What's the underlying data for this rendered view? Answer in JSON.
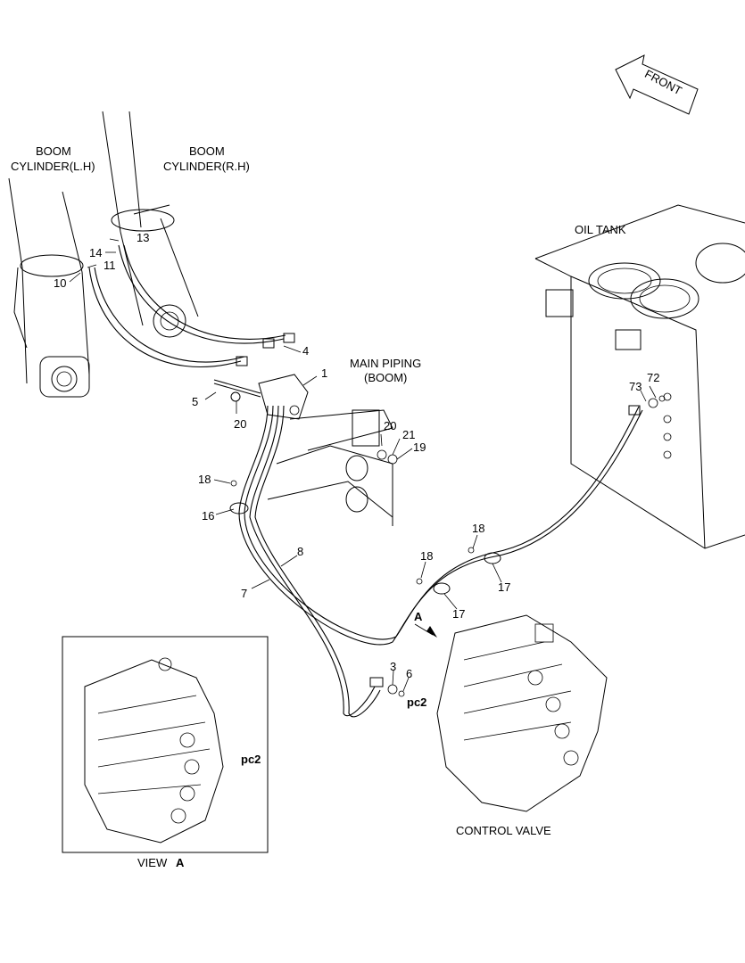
{
  "front_arrow": {
    "text": "FRONT"
  },
  "components": {
    "boom_cyl_lh": [
      "BOOM",
      "CYLINDER(L.H)"
    ],
    "boom_cyl_rh": [
      "BOOM",
      "CYLINDER(R.H)"
    ],
    "oil_tank": "OIL TANK",
    "main_piping": [
      "MAIN PIPING",
      "(BOOM)"
    ],
    "control_valve": "CONTROL VALVE",
    "view_a": {
      "prefix": "VIEW",
      "letter": "A"
    },
    "arrow_a": "A",
    "port_pc2_main": "pc2",
    "port_pc2_inset": "pc2"
  },
  "callouts": {
    "n1": "1",
    "n3": "3",
    "n4": "4",
    "n5": "5",
    "n6": "6",
    "n7": "7",
    "n8": "8",
    "n10": "10",
    "n11": "11",
    "n13": "13",
    "n14": "14",
    "n16": "16",
    "n17a": "17",
    "n17b": "17",
    "n18a": "18",
    "n18b": "18",
    "n18c": "18",
    "n19": "19",
    "n20a": "20",
    "n20b": "20",
    "n21": "21",
    "n72": "72",
    "n73": "73"
  }
}
